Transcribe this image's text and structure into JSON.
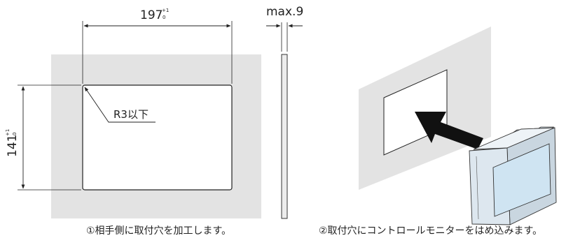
{
  "fig1": {
    "dims": {
      "width_value": "197",
      "width_tol_plus": "+1",
      "width_tol_minus": "0",
      "height_value": "141",
      "height_tol_plus": "+1",
      "height_tol_minus": "0",
      "panel_thickness": "max.9",
      "corner_radius_note": "R3以下"
    },
    "caption": "①相手側に取付穴を加工します。"
  },
  "fig2": {
    "caption": "②取付穴にコントロールモニターをはめ込みます。"
  },
  "colors": {
    "panel_gray": "#e3e3e3",
    "cutout_white": "#ffffff",
    "line": "#222222",
    "screen_blue": "#cfe4f2",
    "device_frame": "#dde7ef",
    "arrow": "#111111"
  }
}
